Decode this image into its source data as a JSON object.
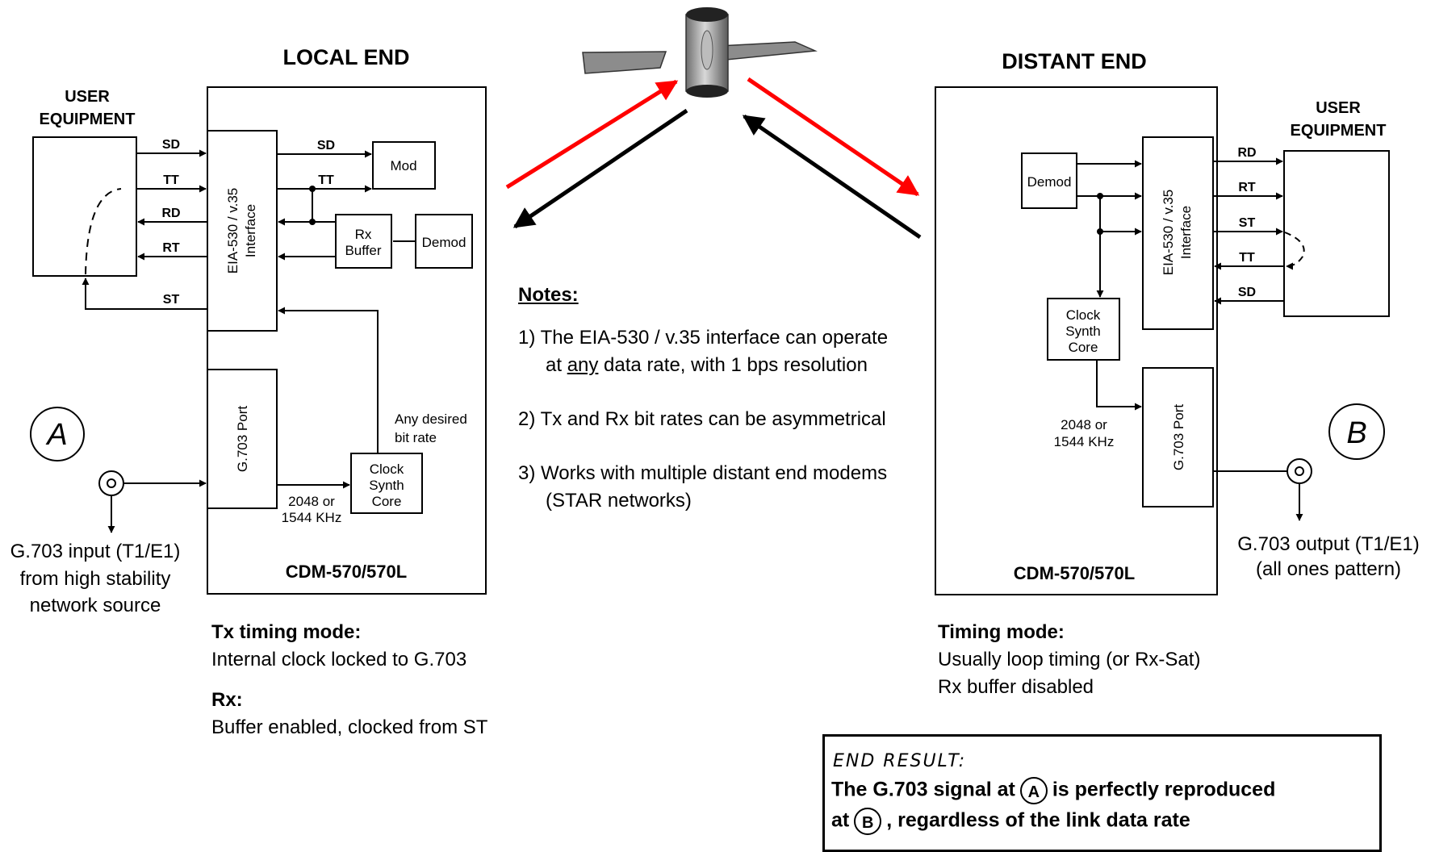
{
  "local": {
    "title": "LOCAL END",
    "user_equipment": [
      "USER",
      "EQUIPMENT"
    ],
    "interface_label": [
      "EIA-530 / v.35",
      "Interface"
    ],
    "signals": {
      "sd1": "SD",
      "tt1": "TT",
      "rd": "RD",
      "rt": "RT",
      "st": "ST",
      "sd2": "SD",
      "tt2": "TT"
    },
    "mod": "Mod",
    "rx_buffer": [
      "Rx",
      "Buffer"
    ],
    "demod": "Demod",
    "g703_port": "G.703 Port",
    "clock": [
      "Clock",
      "Synth",
      "Core"
    ],
    "any_rate": [
      "Any desired",
      "bit rate"
    ],
    "freq": [
      "2048 or",
      "1544 KHz"
    ],
    "model": "CDM-570/570L",
    "point": "A",
    "input_label": [
      "G.703 input (T1/E1)",
      "from high stability",
      "network source"
    ],
    "tx_mode_title": "Tx timing mode:",
    "tx_mode_text": "Internal clock locked to G.703",
    "rx_title": "Rx:",
    "rx_text": "Buffer enabled, clocked from ST"
  },
  "distant": {
    "title": "DISTANT END",
    "user_equipment": [
      "USER",
      "EQUIPMENT"
    ],
    "interface_label": [
      "EIA-530 / v.35",
      "Interface"
    ],
    "demod": "Demod",
    "signals": {
      "rd": "RD",
      "rt": "RT",
      "st": "ST",
      "tt": "TT",
      "sd": "SD"
    },
    "clock": [
      "Clock",
      "Synth",
      "Core"
    ],
    "freq": [
      "2048 or",
      "1544 KHz"
    ],
    "g703_port": "G.703 Port",
    "model": "CDM-570/570L",
    "point": "B",
    "output_label": [
      "G.703 output (T1/E1)",
      "(all ones pattern)"
    ],
    "mode_title": "Timing mode:",
    "mode_text1": "Usually loop timing (or Rx-Sat)",
    "mode_text2": "Rx buffer disabled"
  },
  "notes": {
    "title": "Notes:",
    "n1_pre": "1) The EIA-530 / v.35 interface can operate at ",
    "n1_any": "any",
    "n1_post": " data rate, with 1 bps resolution",
    "n2": "2) Tx and Rx bit rates can be asymmetrical",
    "n3": "3) Works with multiple distant end modems (STAR networks)"
  },
  "result": {
    "title": "END RESULT:",
    "line1_pre": "The G.703 signal at",
    "line1_circ": "A",
    "line1_post": "is perfectly reproduced",
    "line2_pre": "at",
    "line2_circ": "B",
    "line2_post": ", regardless of the link data rate"
  },
  "colors": {
    "uplink_arrow": "#ff0000",
    "downlink_arrow": "#000000",
    "satellite_panel": "#8c8c8c",
    "satellite_body": "#a8a8a8"
  }
}
